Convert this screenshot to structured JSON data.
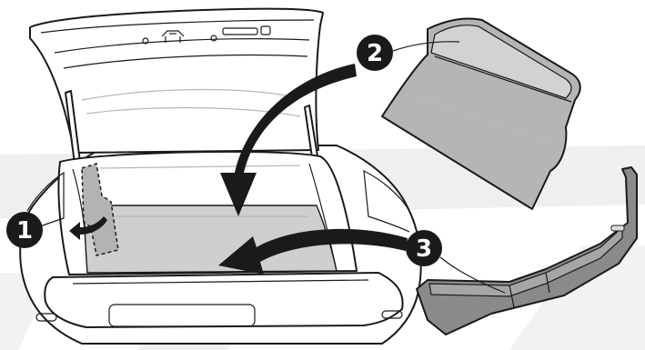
{
  "colors": {
    "background": "#ffffff",
    "band": "#ececec",
    "panel_light": "#d0d0d0",
    "panel_dark": "#9a9a9a",
    "trim_dark": "#7d7d7d",
    "outline": "#1a1a1a",
    "callout_fill": "#1a1a1a",
    "callout_text": "#ffffff"
  },
  "callouts": [
    {
      "label": "1"
    },
    {
      "label": "2"
    },
    {
      "label": "3"
    }
  ],
  "icons": {
    "arrow_1": "curved-arrow-left-icon",
    "arrow_2": "curved-arrow-down-icon",
    "arrow_3": "curved-arrow-left-icon"
  }
}
